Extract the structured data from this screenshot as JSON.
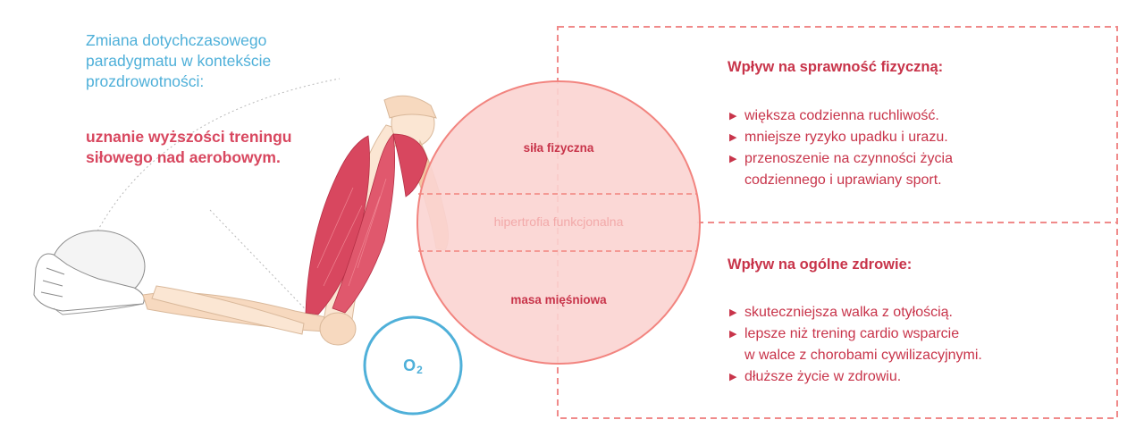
{
  "intro": {
    "line1": "Zmiana dotychczasowego",
    "line2": "paradygmatu w kontekście",
    "line3": "prozdrowotności:",
    "bold_line1": "uznanie wyższości treningu",
    "bold_line2": "siłowego nad aerobowym."
  },
  "circle": {
    "top_label": "siła fizyczna",
    "middle_label": "hipertrofia funkcjonalna",
    "bottom_label": "masa mięśniowa"
  },
  "oxygen": {
    "symbol": "O",
    "subscript": "2"
  },
  "fitness_box": {
    "heading": "Wpływ na sprawność fizyczną:",
    "items": [
      {
        "text": "większa codzienna ruchliwość.",
        "cont": ""
      },
      {
        "text": "mniejsze ryzyko upadku i urazu.",
        "cont": ""
      },
      {
        "text": "przenoszenie na czynności życia",
        "cont": "codziennego i uprawiany sport."
      }
    ]
  },
  "health_box": {
    "heading": "Wpływ na ogólne zdrowie:",
    "items": [
      {
        "text": "skuteczniejsza walka z otyłością.",
        "cont": ""
      },
      {
        "text": "lepsze niż trening cardio wsparcie",
        "cont": "w walce z chorobami cywilizacyjnymi."
      },
      {
        "text": "dłuższe życie w zdrowiu.",
        "cont": ""
      }
    ]
  },
  "colors": {
    "accent_red": "#c8344a",
    "box_border": "#f08a8a",
    "circle_fill": "#fbd4d2",
    "circle_stroke": "#f2847f",
    "oxygen_blue": "#4fb0d9",
    "muscle": "#d8475f"
  },
  "icons": {
    "arm_illustration": "arm-muscle-illustration-icon",
    "bullet": "triangle-right-icon"
  }
}
